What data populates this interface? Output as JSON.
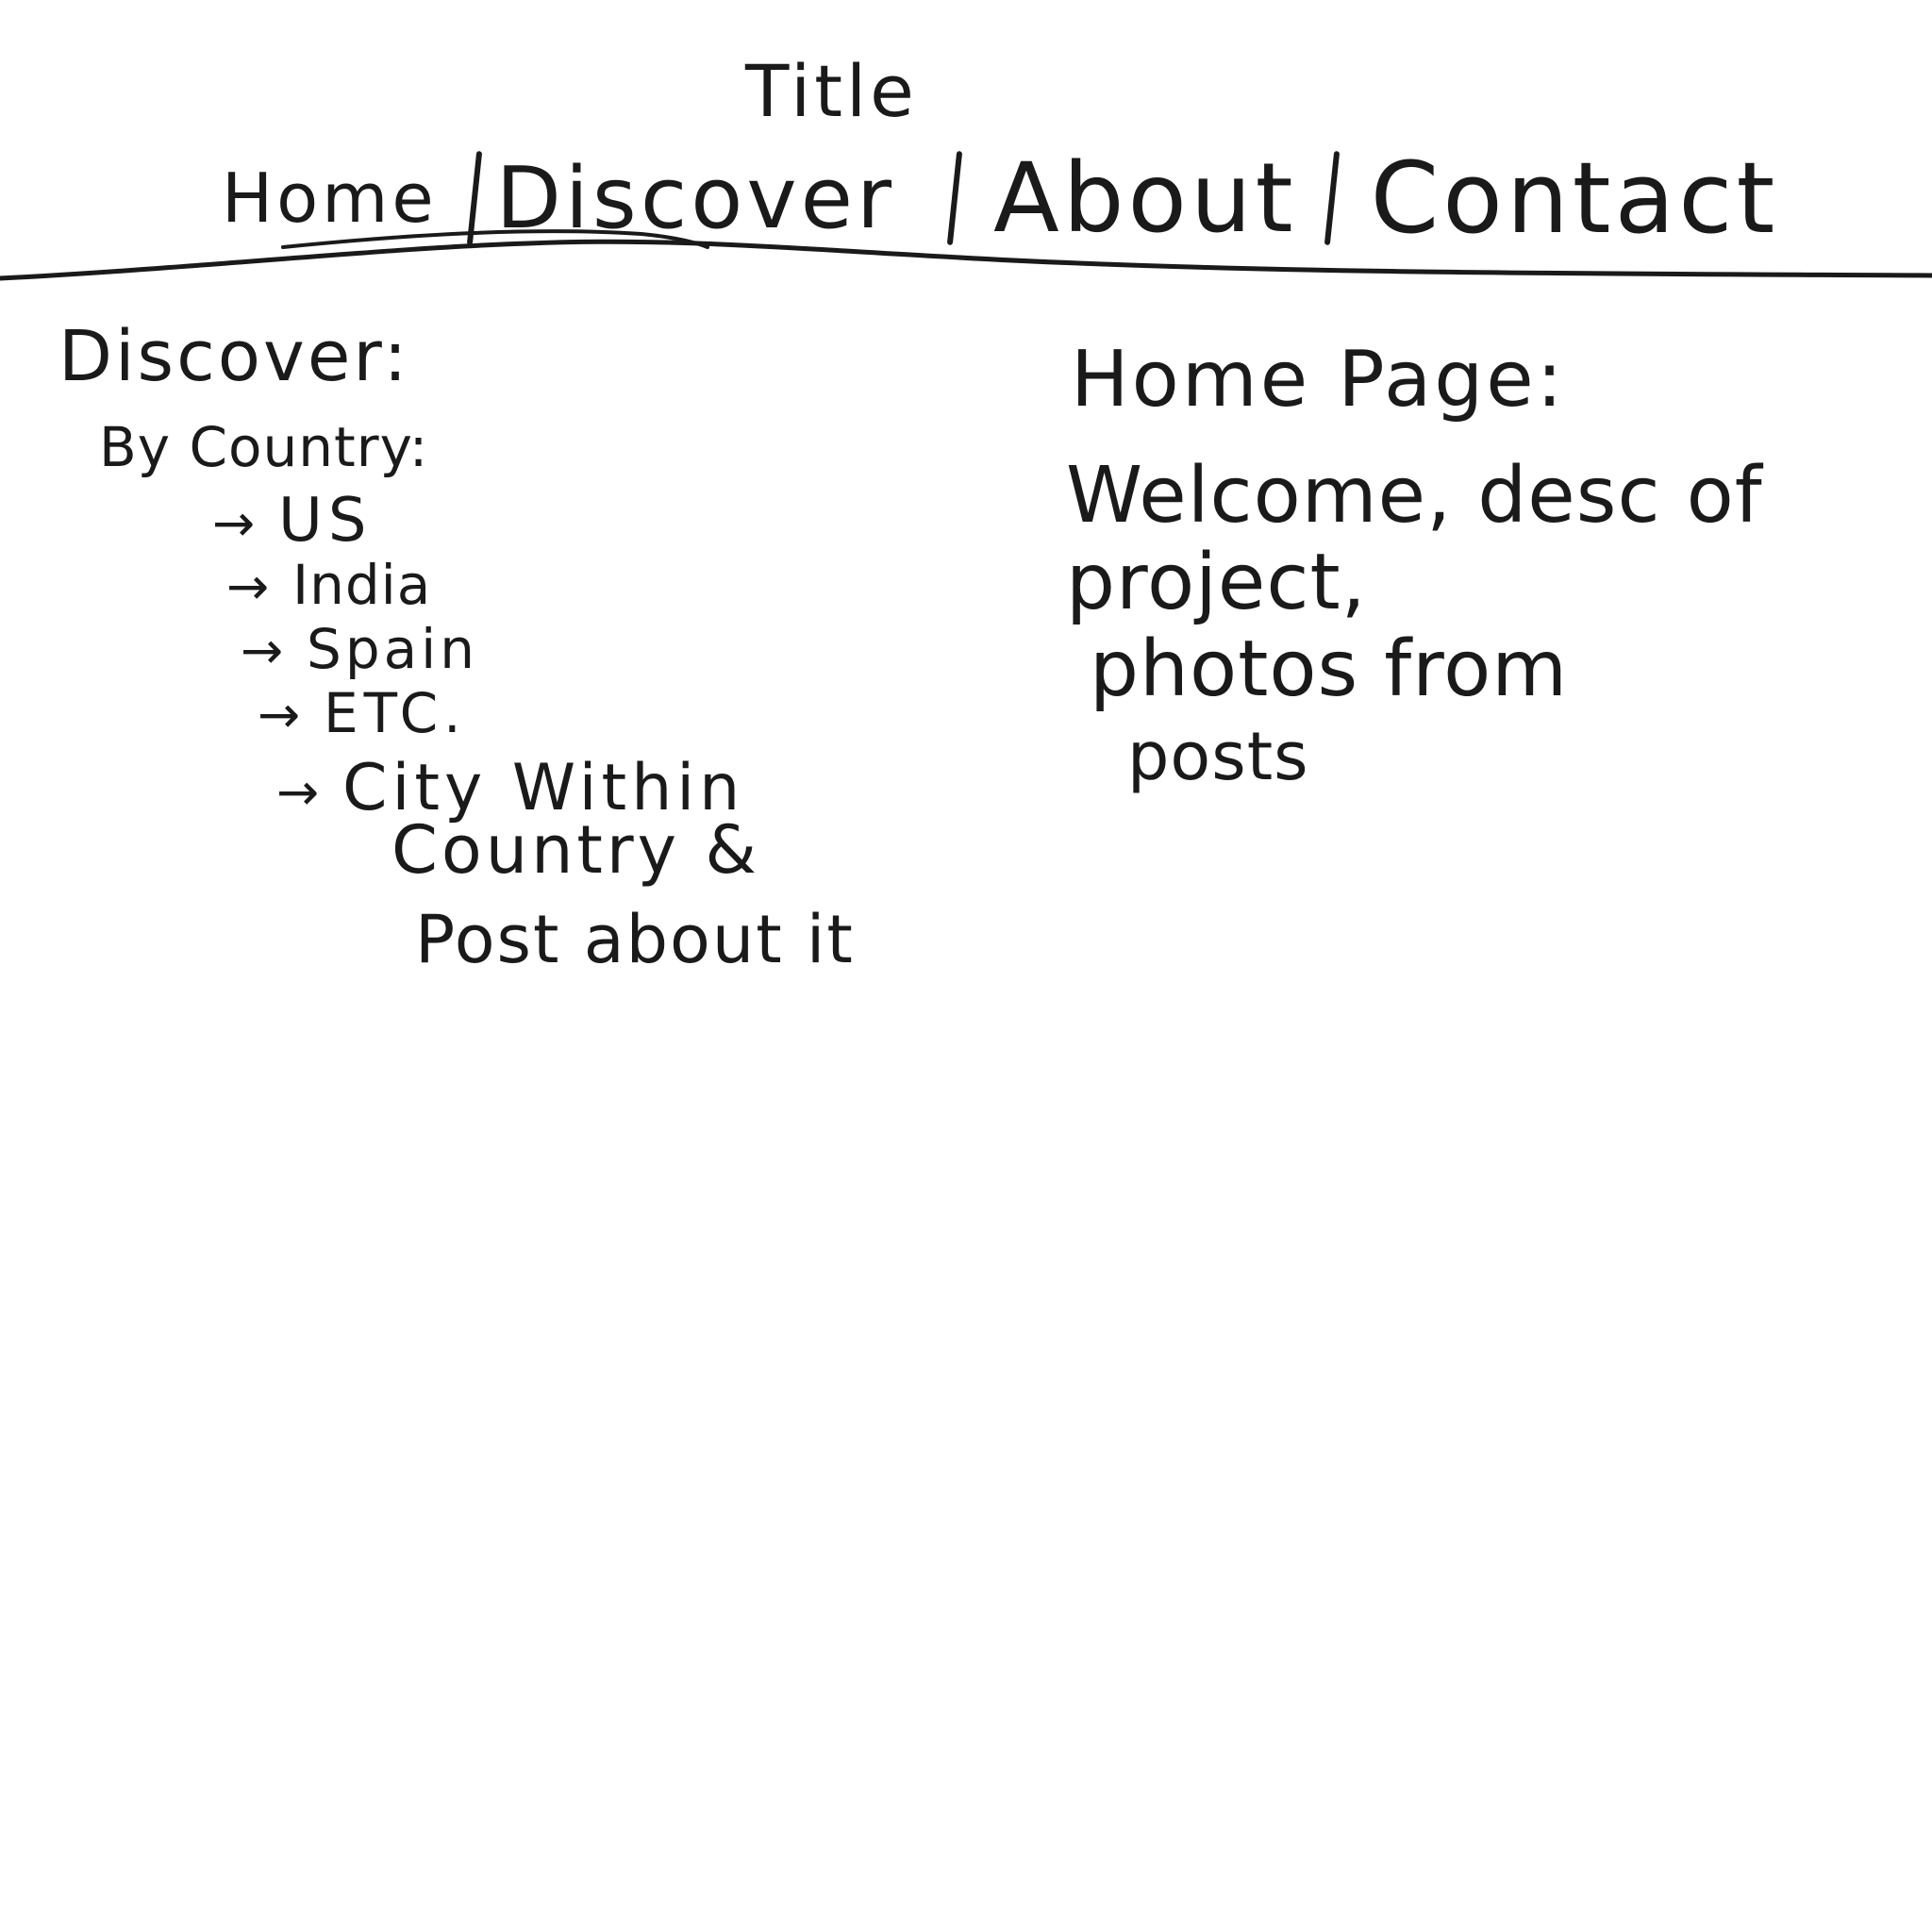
{
  "header": {
    "title": "Title",
    "nav": [
      {
        "label": "Home"
      },
      {
        "label": "Discover"
      },
      {
        "label": "About"
      },
      {
        "label": "Contact"
      }
    ]
  },
  "discover": {
    "heading": "Discover:",
    "subheading": "By Country:",
    "items": [
      {
        "arrow": "→",
        "label": "US"
      },
      {
        "arrow": "→",
        "label": "India"
      },
      {
        "arrow": "→",
        "label": "Spain"
      },
      {
        "arrow": "→",
        "label": "ETC."
      },
      {
        "arrow": "→",
        "label": "City Within"
      }
    ],
    "continuation": [
      "Country &",
      "Post about it"
    ]
  },
  "home_page": {
    "heading": "Home Page:",
    "description_lines": [
      "Welcome, desc of",
      "project,",
      "photos from",
      "posts"
    ]
  }
}
